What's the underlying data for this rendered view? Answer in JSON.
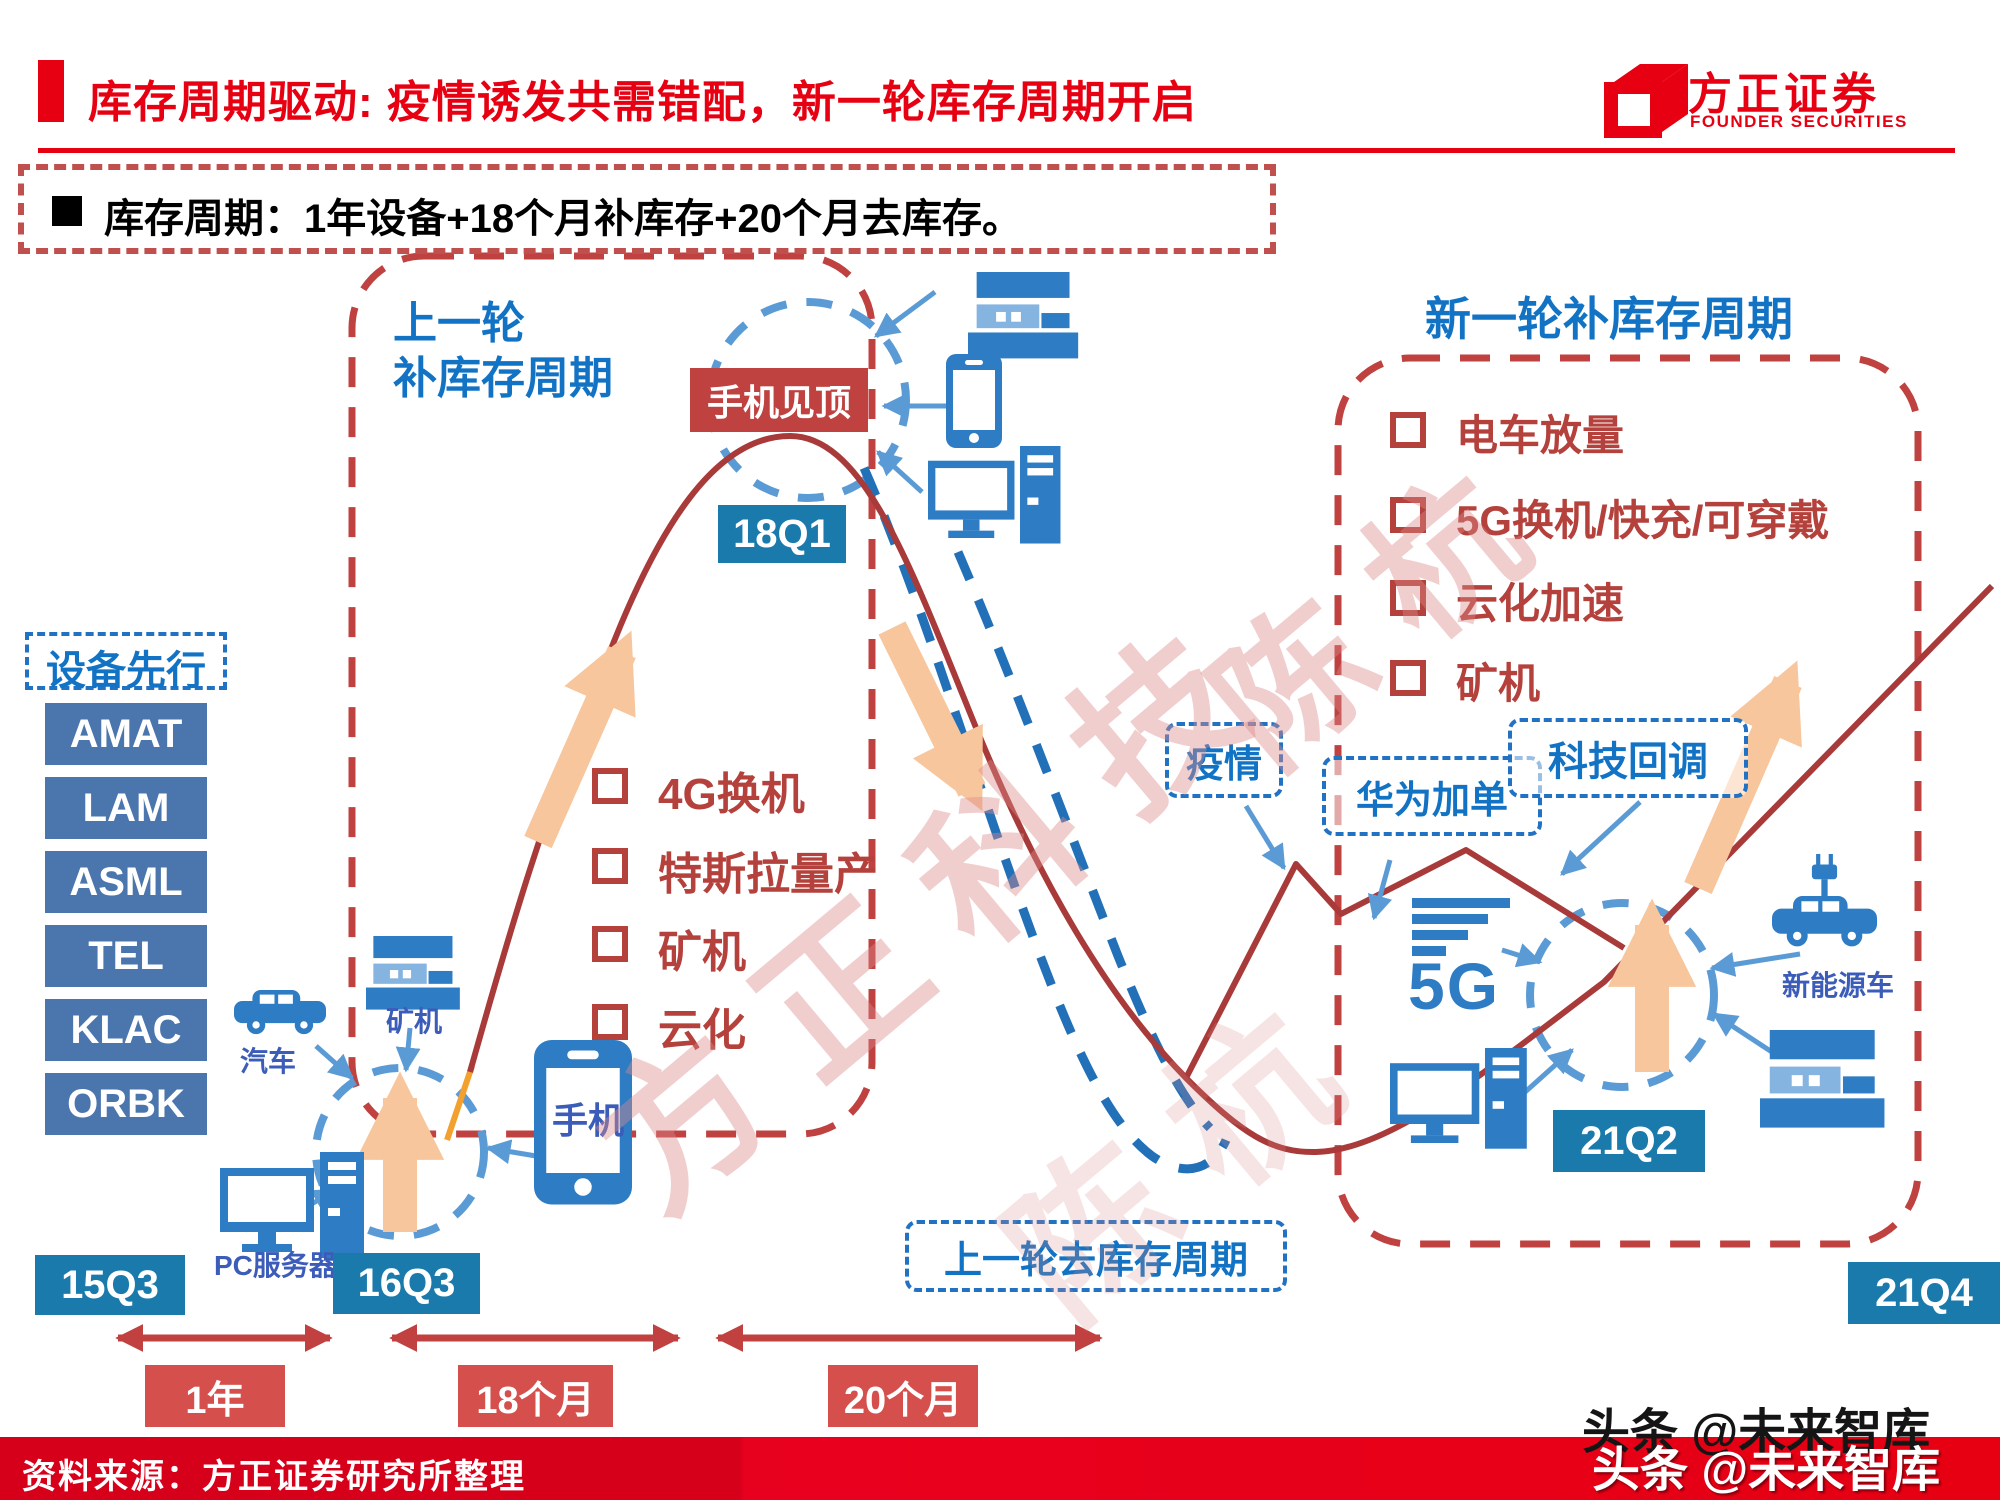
{
  "header": {
    "title": "库存周期驱动: 疫情诱发共需错配，新一轮库存周期开启",
    "logo_cn": "方正证券",
    "logo_en": "FOUNDER SECURITIES"
  },
  "subtitle": "库存周期：1年设备+18个月补库存+20个月去库存。",
  "equipment": {
    "label": "设备先行",
    "tickers": [
      "AMAT",
      "LAM",
      "ASML",
      "TEL",
      "KLAC",
      "ORBK"
    ]
  },
  "prev_cycle": {
    "title_line1": "上一轮",
    "title_line2": "补库存周期",
    "peak_label": "手机见顶",
    "peak_quarter": "18Q1",
    "drivers": [
      "4G换机",
      "特斯拉量产",
      "矿机",
      "云化"
    ]
  },
  "new_cycle": {
    "title": "新一轮补库存周期",
    "drivers": [
      "电车放量",
      "5G换机/快充/可穿戴",
      "云化加速",
      "矿机"
    ],
    "trough_quarter": "21Q2",
    "end_quarter": "21Q4"
  },
  "events": {
    "pandemic": "疫情",
    "huawei": "华为加单",
    "tech_pullback": "科技回调"
  },
  "destock_label": "上一轮去库存周期",
  "icon_labels": {
    "car": "汽车",
    "miner": "矿机",
    "phone": "手机",
    "pc_server": "PC服务器",
    "nev": "新能源车",
    "five_g": "5G"
  },
  "timeline": {
    "q_start": "15Q3",
    "q_equipment": "16Q3",
    "p_year": "1年",
    "p_restock": "18个月",
    "p_destock": "20个月"
  },
  "footer": {
    "source": "资料来源：方正证券研究所整理"
  },
  "watermarks": {
    "diag_main": "方正科技",
    "diag_name": "陈杭",
    "bottom": "头条 @未来智库"
  },
  "colors": {
    "brand_red": "#e60012",
    "curve_red": "#a93a3a",
    "dashed_red": "#bf4140",
    "accent_blue": "#1273c4",
    "quarter_teal": "#1a7aab",
    "ticker_blue": "#4b76ad",
    "icon_blue": "#2e7cc4",
    "arrow_orange": "#f8c69c"
  }
}
